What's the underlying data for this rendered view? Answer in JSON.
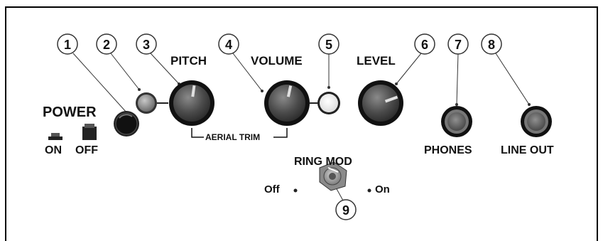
{
  "labels": {
    "power": "POWER",
    "on": "ON",
    "off": "OFF",
    "pitch": "PITCH",
    "volume": "VOLUME",
    "level": "LEVEL",
    "aerial_trim": "AERIAL TRIM",
    "ring_mod": "RING MOD",
    "ring_off": "Off",
    "ring_on": "On",
    "phones": "PHONES",
    "line_out": "LINE OUT"
  },
  "callouts": [
    "1",
    "2",
    "3",
    "4",
    "5",
    "6",
    "7",
    "8",
    "9"
  ]
}
